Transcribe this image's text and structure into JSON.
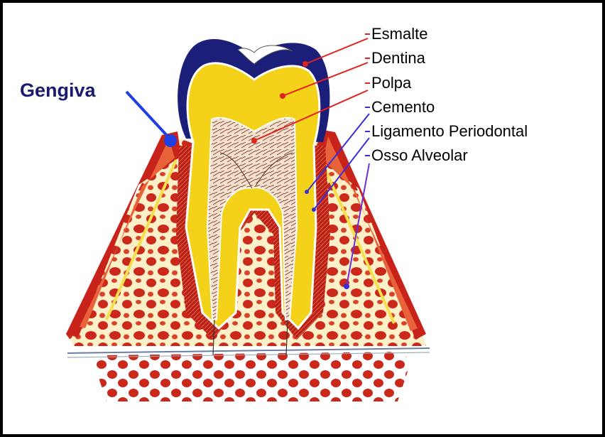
{
  "labels": {
    "esmalte": "Esmalte",
    "dentina": "Dentina",
    "polpa": "Polpa",
    "cemento": "Cemento",
    "ligamento": "Ligamento Periodontal",
    "osso": "Osso Alveolar",
    "gengiva": "Gengiva"
  },
  "colors": {
    "enamel": "#1c1f7a",
    "dentin": "#f5d21a",
    "pulp": "#f2d9c4",
    "gum": "#c8231a",
    "gum_light": "#e8623a",
    "bone_fill": "#fbe9a8",
    "bone_dots": "#c9281a",
    "red_leader": "#e0231c",
    "blue_leader": "#3a2fd6",
    "gengiva_marker": "#1f3fe0"
  },
  "icons": {
    "gengiva_marker": "blue-dot-icon"
  }
}
